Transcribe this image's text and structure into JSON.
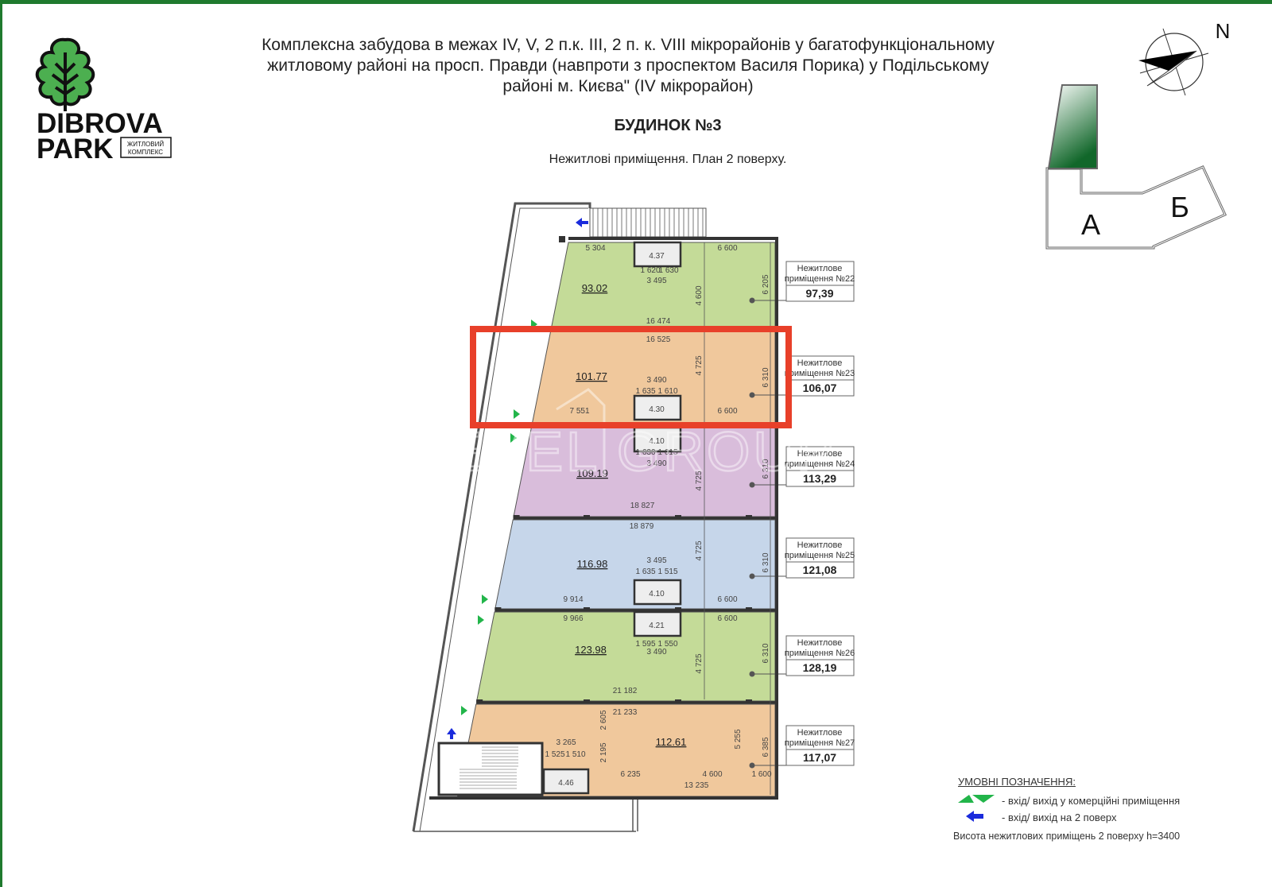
{
  "header": {
    "title_lines": [
      "Комплексна забудова в межах IV, V, 2 п.к. III, 2 п. к. VIII мікрорайонів у багатофункціональному",
      "житловому районі на просп. Правди (навпроти з проспектом Василя Порика) у Подільському",
      "районі м. Києва\" (IV мікрорайон)"
    ],
    "building": "БУДИНОК №3",
    "subtitle": "Нежитлові приміщення. План 2 поверху."
  },
  "logo": {
    "line1": "DIBROVA",
    "line2": "PARK",
    "tag1": "ЖИТЛОВИЙ",
    "tag2": "КОМПЛЕКС"
  },
  "compass": {
    "north": "N"
  },
  "keyplan": {
    "section_a": "А",
    "section_b": "Б"
  },
  "watermark": "LEVEL GROUP",
  "colors": {
    "green": "#c4db98",
    "orange": "#f0c89c",
    "purple": "#d9bddb",
    "blue": "#c6d6ea",
    "highlight": "#e8402a",
    "brand": "#1f7a2e"
  },
  "rooms": [
    {
      "label": "Нежитлове",
      "label2": "приміщення №22",
      "total": "97,39",
      "hall": "93.02",
      "wc": "4.37"
    },
    {
      "label": "Нежитлове",
      "label2": "приміщення №23",
      "total": "106,07",
      "hall": "101.77",
      "wc": "4.30",
      "highlighted": true
    },
    {
      "label": "Нежитлове",
      "label2": "приміщення №24",
      "total": "113,29",
      "hall": "109.19",
      "wc": "4.10"
    },
    {
      "label": "Нежитлове",
      "label2": "приміщення №25",
      "total": "121,08",
      "hall": "116.98",
      "wc": "4.10"
    },
    {
      "label": "Нежитлове",
      "label2": "приміщення №26",
      "total": "128,19",
      "hall": "123.98",
      "wc": "4.21"
    },
    {
      "label": "Нежитлове",
      "label2": "приміщення №27",
      "total": "117,07",
      "hall": "112.61",
      "wc": "4.46"
    }
  ],
  "dims": [
    "5 304",
    "6 600",
    "1 620",
    "1 630",
    "3 495",
    "16 474",
    "4 600",
    "6 205",
    "16 525",
    "3 490",
    "1 635",
    "1 610",
    "7 551",
    "6 600",
    "4 725",
    "6 310",
    "1 630",
    "1 615",
    "3 490",
    "18 827",
    "4 725",
    "6 310",
    "18 879",
    "3 495",
    "1 635",
    "1 515",
    "9 914",
    "6 600",
    "4 725",
    "6 310",
    "9 966",
    "6 600",
    "1 595",
    "1 550",
    "3 490",
    "21 182",
    "4 725",
    "6 310",
    "21 233",
    "2 605",
    "3 265",
    "1 525",
    "1 510",
    "2 195",
    "6 235",
    "4 600",
    "1 600",
    "13 235",
    "5 255",
    "6 385"
  ],
  "legend": {
    "title": "УМОВНІ ПОЗНАЧЕННЯ:",
    "items": [
      "- вхід/ вихід у комерційні приміщення",
      "- вхід/ вихід на 2 поверх"
    ],
    "note": "Висота нежитлових приміщень 2 поверху h=3400"
  }
}
